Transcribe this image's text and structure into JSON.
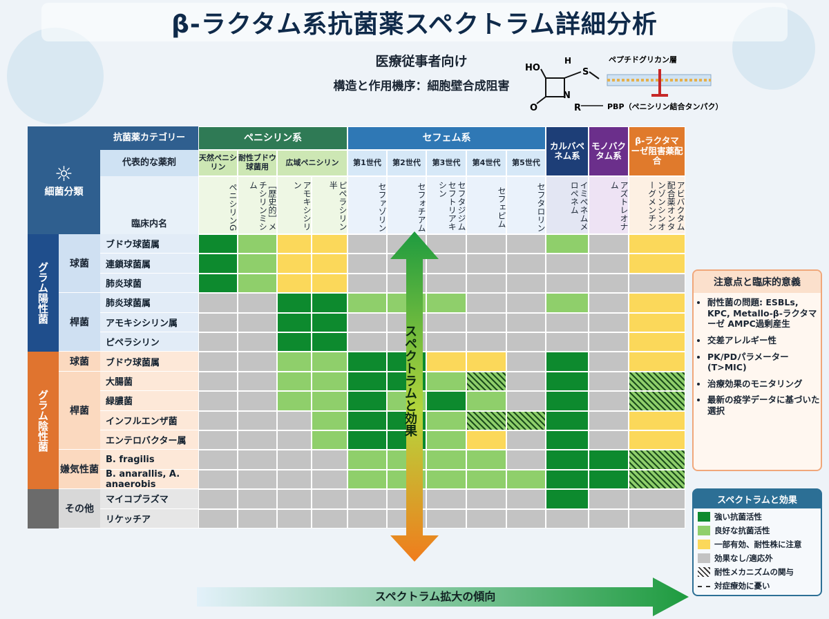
{
  "title": "β-ラクタム系抗菌薬スペクトラム詳細分析",
  "audience": "医療従事者向け",
  "mechanism": "構造と作用機序：細胞壁合成阻害",
  "structure": {
    "membrane_label": "ペプチドグリカン層",
    "pbp_label": "PBP（ペニシリン結合タンパク）",
    "atoms": {
      "ho": "HO",
      "h": "H",
      "s": "S",
      "o": "O",
      "n": "N",
      "r": "R"
    }
  },
  "headers": {
    "category_label": "抗菌薬カテゴリー",
    "drug_label": "代表的な薬剤",
    "clinical_label": "臨床内名",
    "bacteria_label": "細菌分類"
  },
  "groups": [
    {
      "label": "ペニシリン系",
      "color": "#2f7a55"
    },
    {
      "label": "セフェム系",
      "color": "#2f78b5"
    },
    {
      "label": "カルバペネム系",
      "color": "#1d3e77"
    },
    {
      "label": "モノバクタム系",
      "color": "#6b2f8b"
    },
    {
      "label": "β-ラクタマーゼ阻害薬配合",
      "color": "#e07a2c"
    }
  ],
  "subgroups": [
    "天然ペニシリン",
    "耐性ブドウ球菌用",
    "広域ペニシリン",
    "第1世代",
    "第2世代",
    "第3世代",
    "第4世代",
    "第5世代"
  ],
  "drugs": [
    "ペニシリンG",
    "［歴史的］メチシリンミシム",
    "アモキシシリン",
    "ピペラシリン 半",
    "セファゾリン",
    "セフォチアム",
    "セフタジジム セフトリアキシン",
    "セフェピム",
    "セフタロリン",
    "イミペネムメロペネム",
    "アズトレオナム",
    "アビバクタム配合薬オンタンゾンシンオーグメンチン"
  ],
  "major_groups": [
    {
      "label": "グラム陽性菌",
      "color": "#1f4e8c"
    },
    {
      "label": "グラム陰性菌",
      "color": "#e0742f"
    },
    {
      "label": "",
      "color": "#6b6b6b"
    }
  ],
  "sub_groups": [
    "球菌",
    "桿菌",
    "球菌",
    "桿菌",
    "嫌気性菌",
    "その他"
  ],
  "rows": [
    "ブドウ球菌属",
    "連鎖球菌属",
    "肺炎球菌",
    "肺炎球菌属",
    "アモキシシリン属",
    "ピペラシリン",
    "ブドウ球菌属",
    "大腸菌",
    "緑膿菌",
    "インフルエンザ菌",
    "エンテロバクター属",
    "B. fragilis",
    "B. anarallis, A. anaerobis",
    "マイコプラズマ",
    "リケッチア"
  ],
  "chart_data": {
    "type": "heatmap",
    "title": "β-ラクタム系抗菌薬スペクトラム詳細分析",
    "x_categories": [
      "ペニシリンG",
      "メチシリン",
      "アモキシシリン",
      "ピペラシリン",
      "セファゾリン",
      "セフォチアム",
      "セフタジジム",
      "セフェピム",
      "セフタロリン",
      "イミペネム",
      "アズトレオナム",
      "β-ラクタマーゼ阻害薬配合"
    ],
    "y_categories": [
      "ブドウ球菌属",
      "連鎖球菌属",
      "肺炎球菌",
      "肺炎球菌属",
      "アモキシシリン属",
      "ピペラシリン",
      "ブドウ球菌属",
      "大腸菌",
      "緑膿菌",
      "インフルエンザ菌",
      "エンテロバクター属",
      "B. fragilis",
      "B. anarallis, A. anaerobis",
      "マイコプラズマ",
      "リケッチア"
    ],
    "value_legend": {
      "3": "強い抗菌活性",
      "2": "良好な抗菌活性",
      "1": "一部有効、耐性株に注意",
      "0": "効果なし/適応外",
      "R": "耐性メカニズムの関与"
    },
    "matrix": [
      [
        3,
        2,
        1,
        1,
        0,
        0,
        0,
        0,
        0,
        2,
        0,
        1
      ],
      [
        3,
        2,
        1,
        1,
        0,
        0,
        0,
        0,
        0,
        0,
        0,
        1
      ],
      [
        3,
        2,
        1,
        1,
        0,
        0,
        0,
        0,
        0,
        0,
        0,
        0
      ],
      [
        0,
        0,
        3,
        3,
        2,
        2,
        2,
        0,
        0,
        2,
        0,
        1
      ],
      [
        0,
        0,
        3,
        3,
        0,
        0,
        0,
        0,
        0,
        0,
        0,
        1
      ],
      [
        0,
        0,
        3,
        3,
        0,
        0,
        0,
        0,
        0,
        0,
        0,
        1
      ],
      [
        0,
        0,
        2,
        2,
        3,
        3,
        1,
        1,
        0,
        3,
        0,
        1
      ],
      [
        0,
        0,
        2,
        2,
        3,
        3,
        2,
        "R",
        0,
        3,
        0,
        "R"
      ],
      [
        0,
        0,
        2,
        2,
        3,
        2,
        3,
        2,
        0,
        3,
        0,
        "R"
      ],
      [
        0,
        0,
        0,
        2,
        3,
        3,
        2,
        "R",
        "R",
        3,
        0,
        1
      ],
      [
        0,
        0,
        0,
        2,
        3,
        3,
        2,
        1,
        0,
        3,
        0,
        1
      ],
      [
        0,
        0,
        0,
        0,
        2,
        2,
        2,
        2,
        0,
        3,
        3,
        "R"
      ],
      [
        0,
        0,
        0,
        0,
        2,
        2,
        2,
        2,
        2,
        3,
        3,
        "R"
      ],
      [
        0,
        0,
        0,
        0,
        0,
        0,
        0,
        0,
        0,
        3,
        0,
        0
      ],
      [
        0,
        0,
        0,
        0,
        0,
        0,
        0,
        0,
        0,
        0,
        0,
        0
      ]
    ]
  },
  "vertical_arrow_label": "スペクトラムと効果",
  "bottom_arrow_label": "スペクトラム拡大の傾向",
  "notes": {
    "title": "注意点と臨床的意義",
    "items": [
      "耐性菌の問題: ESBLs, KPC, Metallo-β-ラクタマーゼ AMPC過剰産生",
      "交差アレルギー性",
      "PK/PDパラメーター (T>MIC)",
      "治療効果のモニタリング",
      "最新の疫学データに基づいた選択"
    ]
  },
  "legend": {
    "title": "スペクトラムと効果",
    "items": [
      {
        "label": "強い抗菌活性",
        "color": "#0d8a2e"
      },
      {
        "label": "良好な抗菌活性",
        "color": "#8fcf6b"
      },
      {
        "label": "一部有効、耐性株に注意",
        "color": "#fbd85a"
      },
      {
        "label": "効果なし/適応外",
        "color": "#c3c3c3"
      },
      {
        "label": "耐性メカニズムの関与",
        "color": "hatch"
      },
      {
        "label": "対症療効に憂い",
        "color": "dash"
      }
    ]
  }
}
